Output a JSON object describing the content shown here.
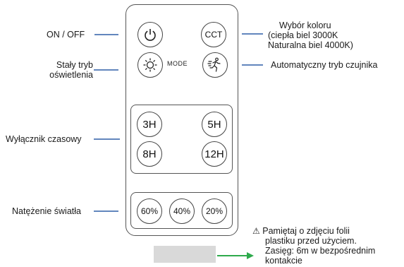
{
  "labels": {
    "on_off": "ON / OFF",
    "steady_line1": "Stały tryb",
    "steady_line2": "oświetlenia",
    "timer": "Wyłącznik czasowy",
    "intensity": "Natężenie światła",
    "color_line1": "Wybór koloru",
    "color_line2": "(ciepła biel 3000K",
    "color_line3": "Naturalna biel 4000K)",
    "auto_sensor": "Automatyczny tryb czujnika"
  },
  "remote": {
    "cct": "CCT",
    "mode": "MODE",
    "timer_buttons": [
      "3H",
      "5H",
      "8H",
      "12H"
    ],
    "intensity_buttons": [
      "60%",
      "40%",
      "20%"
    ]
  },
  "warning": {
    "line1": "Pamiętaj o zdjęciu folii",
    "line2": "plastiku przed użyciem.",
    "line3": "Zasięg: 6m w bezpośrednim",
    "line4": "kontakcie"
  },
  "colors": {
    "leader_line": "#2f5fa7",
    "arrow": "#2eaa4c",
    "outline": "#555555",
    "tab": "#d9d9d9"
  },
  "icons": [
    "power-icon",
    "sun-icon",
    "running-person-icon",
    "warning-triangle-icon"
  ]
}
